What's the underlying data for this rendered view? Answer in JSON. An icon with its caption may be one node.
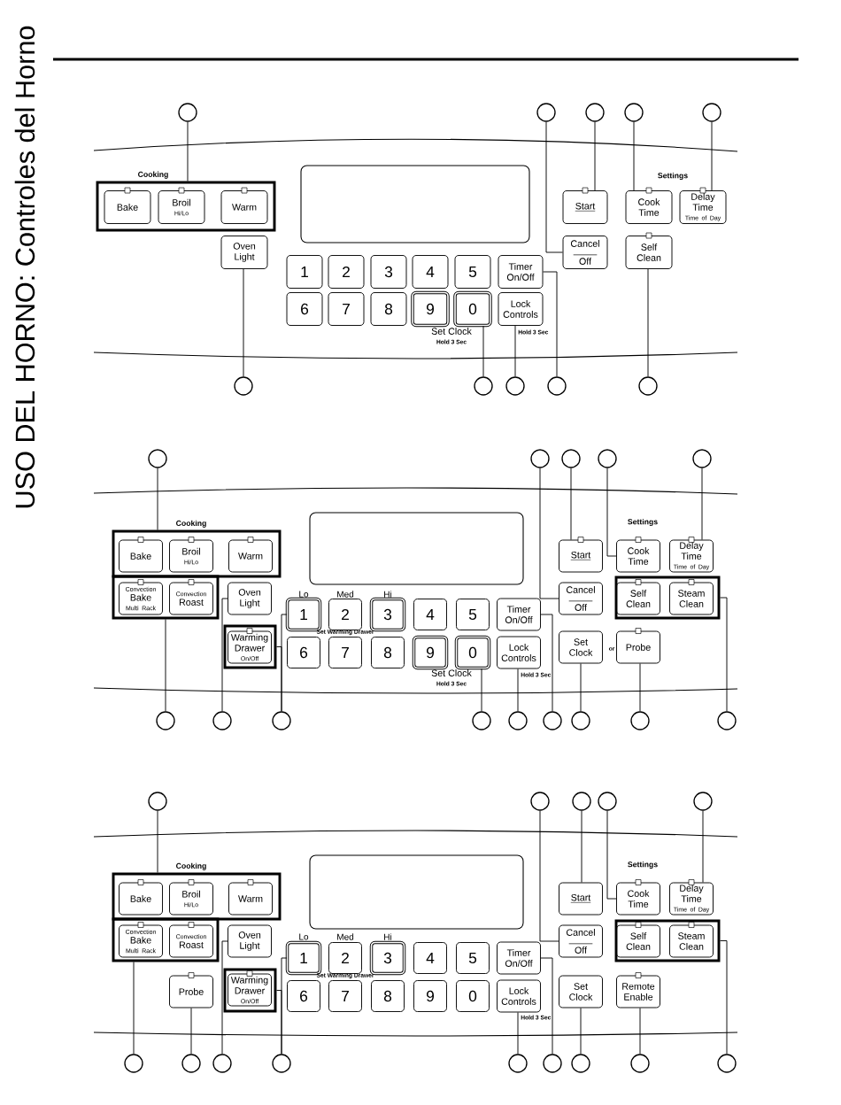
{
  "diagram": {
    "title": "USO DEL HORNO: Controles del Horno",
    "nodes": [
      {
        "text": [],
        "shape": "circle"
      },
      {
        "text": [],
        "shape": "circle"
      },
      {
        "text": [],
        "shape": "circle"
      },
      {
        "text": [],
        "shape": "circle"
      },
      {
        "text": [],
        "shape": "circle"
      },
      {
        "text": [
          "Cooking"
        ]
      },
      {
        "text": [
          "Bake"
        ],
        "in": 5
      },
      {
        "text": [
          "Broil",
          "Hi/Lo"
        ],
        "in": 5
      },
      {
        "text": [
          "Warm"
        ],
        "in": 5
      },
      {
        "text": [
          "Oven Light"
        ]
      },
      {
        "text": [
          "1"
        ]
      },
      {
        "text": [
          "2"
        ]
      },
      {
        "text": [
          "3"
        ]
      },
      {
        "text": [
          "4"
        ]
      },
      {
        "text": [
          "5"
        ]
      },
      {
        "text": [
          "6"
        ]
      },
      {
        "text": [
          "7"
        ]
      },
      {
        "text": [
          "8"
        ]
      },
      {
        "text": [
          "9"
        ]
      },
      {
        "text": [
          "0"
        ]
      },
      {
        "text": [
          "Timer On/Off"
        ]
      },
      {
        "text": [
          "Lock Controls"
        ],
        "beside": [
          "Hold 3 Sec"
        ]
      },
      {
        "text": [
          "Start"
        ]
      },
      {
        "text": [
          "Cancel",
          "Off"
        ]
      },
      {
        "text": [
          "Cook Time"
        ]
      },
      {
        "text": [
          "Delay Time",
          "Time of Day"
        ]
      },
      {
        "text": [
          "Self Clean"
        ]
      },
      {
        "text": [],
        "shape": "circle"
      },
      {
        "text": [],
        "shape": "circle"
      },
      {
        "text": [],
        "shape": "circle"
      },
      {
        "text": [],
        "shape": "circle"
      },
      {
        "text": [],
        "shape": "circle"
      },
      {
        "text": [],
        "shape": "circle"
      },
      {
        "text": [],
        "shape": "circle"
      },
      {
        "text": [],
        "shape": "circle"
      },
      {
        "text": [],
        "shape": "circle"
      },
      {
        "text": [],
        "shape": "circle"
      },
      {
        "text": [
          "Cooking"
        ]
      },
      {
        "text": [
          "Bake"
        ],
        "in": 37
      },
      {
        "text": [
          "Broil",
          "Hi/Lo"
        ],
        "in": 37
      },
      {
        "text": [
          "Warm"
        ],
        "in": 37
      },
      {
        "text": [],
        "shape": "box"
      },
      {
        "text": [
          "Convection",
          "Bake",
          "Multi Rack"
        ],
        "in": 41
      },
      {
        "text": [
          "Convection",
          "Roast"
        ],
        "in": 41
      },
      {
        "text": [
          "Oven Light"
        ]
      },
      {
        "text": [],
        "shape": "box"
      },
      {
        "text": [
          "Warming Drawer",
          "On/Off"
        ],
        "in": 45
      },
      {
        "text": [
          "1"
        ],
        "beside": [
          "Lo"
        ]
      },
      {
        "text": [
          "2"
        ],
        "beside": [
          "Med"
        ]
      },
      {
        "text": [
          "3"
        ],
        "beside": [
          "Hi"
        ]
      },
      {
        "text": [
          "4"
        ]
      },
      {
        "text": [
          "5"
        ]
      },
      {
        "text": [
          "6"
        ]
      },
      {
        "text": [
          "7"
        ]
      },
      {
        "text": [
          "8"
        ]
      },
      {
        "text": [
          "9"
        ]
      },
      {
        "text": [
          "0"
        ]
      },
      {
        "text": [
          "Timer On/Off"
        ]
      },
      {
        "text": [
          "Lock Controls"
        ],
        "beside": [
          "Hold 3 Sec"
        ]
      },
      {
        "text": [
          "Start"
        ]
      },
      {
        "text": [
          "Cancel",
          "Off"
        ]
      },
      {
        "text": [
          "Cook Time"
        ]
      },
      {
        "text": [
          "Delay Time",
          "Time of Day"
        ]
      },
      {
        "text": [],
        "shape": "box"
      },
      {
        "text": [
          "Self Clean"
        ],
        "in": 63
      },
      {
        "text": [
          "Steam Clean"
        ],
        "in": 63
      },
      {
        "text": [
          "Set Clock"
        ]
      },
      {
        "text": [
          "Probe"
        ]
      },
      {
        "text": [],
        "shape": "circle"
      },
      {
        "text": [],
        "shape": "circle"
      },
      {
        "text": [],
        "shape": "circle"
      },
      {
        "text": [],
        "shape": "circle"
      },
      {
        "text": [],
        "shape": "circle"
      },
      {
        "text": [],
        "shape": "circle"
      },
      {
        "text": [],
        "shape": "circle"
      },
      {
        "text": [],
        "shape": "circle"
      },
      {
        "text": [],
        "shape": "circle"
      },
      {
        "text": [],
        "shape": "circle"
      },
      {
        "text": [],
        "shape": "circle"
      },
      {
        "text": [],
        "shape": "circle"
      },
      {
        "text": [],
        "shape": "circle"
      },
      {
        "text": [],
        "shape": "circle"
      },
      {
        "text": [
          "Cooking"
        ]
      },
      {
        "text": [
          "Bake"
        ],
        "in": 82
      },
      {
        "text": [
          "Broil",
          "Hi/Lo"
        ],
        "in": 82
      },
      {
        "text": [
          "Warm"
        ],
        "in": 82
      },
      {
        "text": [],
        "shape": "box"
      },
      {
        "text": [
          "Convection",
          "Bake",
          "Multi Rack"
        ],
        "in": 86
      },
      {
        "text": [
          "Convection",
          "Roast"
        ],
        "in": 86
      },
      {
        "text": [
          "Oven Light"
        ]
      },
      {
        "text": [
          "Probe"
        ]
      },
      {
        "text": [],
        "shape": "box"
      },
      {
        "text": [
          "Warming Drawer",
          "On/Off"
        ],
        "in": 91
      },
      {
        "text": [
          "1"
        ],
        "beside": [
          "Lo"
        ]
      },
      {
        "text": [
          "2"
        ],
        "beside": [
          "Med"
        ]
      },
      {
        "text": [
          "3"
        ],
        "beside": [
          "Hi"
        ]
      },
      {
        "text": [
          "4"
        ]
      },
      {
        "text": [
          "5"
        ]
      },
      {
        "text": [
          "6"
        ]
      },
      {
        "text": [
          "7"
        ]
      },
      {
        "text": [
          "8"
        ]
      },
      {
        "text": [
          "9"
        ]
      },
      {
        "text": [
          "0"
        ]
      },
      {
        "text": [
          "Timer On/Off"
        ]
      },
      {
        "text": [
          "Lock Controls"
        ],
        "beside": [
          "Hold 3 Sec"
        ]
      },
      {
        "text": [
          "Start"
        ]
      },
      {
        "text": [
          "Cancel",
          "Off"
        ]
      },
      {
        "text": [
          "Cook Time"
        ]
      },
      {
        "text": [
          "Delay Time",
          "Time of Day"
        ]
      },
      {
        "text": [],
        "shape": "box"
      },
      {
        "text": [
          "Self Clean"
        ],
        "in": 109
      },
      {
        "text": [
          "Steam Clean"
        ],
        "in": 109
      },
      {
        "text": [
          "Set Clock"
        ]
      },
      {
        "text": [
          "Remote Enable"
        ]
      },
      {
        "text": [],
        "shape": "circle"
      },
      {
        "text": [],
        "shape": "circle"
      },
      {
        "text": [],
        "shape": "circle"
      },
      {
        "text": [],
        "shape": "circle"
      },
      {
        "text": [],
        "shape": "circle"
      },
      {
        "text": [],
        "shape": "circle"
      },
      {
        "text": [],
        "shape": "circle"
      },
      {
        "text": [],
        "shape": "circle"
      },
      {
        "text": [],
        "shape": "circle"
      },
      {
        "text": [],
        "shape": "box"
      },
      {
        "text": [],
        "shape": "box"
      },
      {
        "text": [],
        "shape": "box"
      }
    ],
    "edges": [
      {
        "from": 0,
        "to": 5,
        "arrow": "none"
      },
      {
        "from": 1,
        "to": 23,
        "arrow": "none"
      },
      {
        "from": 2,
        "to": 22,
        "arrow": "none"
      },
      {
        "from": 3,
        "to": 24,
        "arrow": "none"
      },
      {
        "from": 4,
        "to": 25,
        "arrow": "none"
      },
      {
        "from": 27,
        "to": 9,
        "arrow": "none"
      },
      {
        "from": 28,
        "to": 19,
        "arrow": "none"
      },
      {
        "from": 29,
        "to": 21,
        "arrow": "none"
      },
      {
        "from": 30,
        "to": 20,
        "arrow": "none"
      },
      {
        "from": 31,
        "to": 26,
        "arrow": "none"
      },
      {
        "from": 32,
        "to": 37,
        "arrow": "none"
      },
      {
        "from": 33,
        "to": 60,
        "arrow": "none"
      },
      {
        "from": 34,
        "to": 59,
        "arrow": "none"
      },
      {
        "from": 35,
        "to": 61,
        "arrow": "none"
      },
      {
        "from": 36,
        "to": 62,
        "arrow": "none"
      },
      {
        "from": 68,
        "to": 41,
        "arrow": "none"
      },
      {
        "from": 69,
        "to": 44,
        "arrow": "none"
      },
      {
        "from": 70,
        "to": 47,
        "arrow": "none"
      },
      {
        "from": 70,
        "to": 45,
        "arrow": "none"
      },
      {
        "from": 71,
        "to": 56,
        "arrow": "none"
      },
      {
        "from": 72,
        "to": 58,
        "arrow": "none"
      },
      {
        "from": 73,
        "to": 57,
        "arrow": "none"
      },
      {
        "from": 74,
        "to": 66,
        "arrow": "none"
      },
      {
        "from": 75,
        "to": 67,
        "arrow": "none"
      },
      {
        "from": 76,
        "to": 63,
        "arrow": "none"
      },
      {
        "from": 77,
        "to": 82,
        "arrow": "none"
      },
      {
        "from": 78,
        "to": 106,
        "arrow": "none"
      },
      {
        "from": 79,
        "to": 105,
        "arrow": "none"
      },
      {
        "from": 80,
        "to": 107,
        "arrow": "none"
      },
      {
        "from": 81,
        "to": 108,
        "arrow": "none"
      },
      {
        "from": 114,
        "to": 86,
        "arrow": "none"
      },
      {
        "from": 115,
        "to": 90,
        "arrow": "none"
      },
      {
        "from": 116,
        "to": 89,
        "arrow": "none"
      },
      {
        "from": 117,
        "to": 93,
        "arrow": "none"
      },
      {
        "from": 117,
        "to": 91,
        "arrow": "none"
      },
      {
        "from": 118,
        "to": 104,
        "arrow": "none"
      },
      {
        "from": 119,
        "to": 103,
        "arrow": "none"
      },
      {
        "from": 120,
        "to": 112,
        "arrow": "none"
      },
      {
        "from": 121,
        "to": 113,
        "arrow": "none"
      },
      {
        "from": 122,
        "to": 109,
        "arrow": "none"
      }
    ],
    "labels": [
      "Settings",
      "Set Clock",
      "Hold 3 Sec",
      "Settings",
      "Set Warming Drawer",
      "or",
      "Set Clock",
      "Hold 3 Sec",
      "Settings",
      "Set Warming Drawer"
    ]
  }
}
